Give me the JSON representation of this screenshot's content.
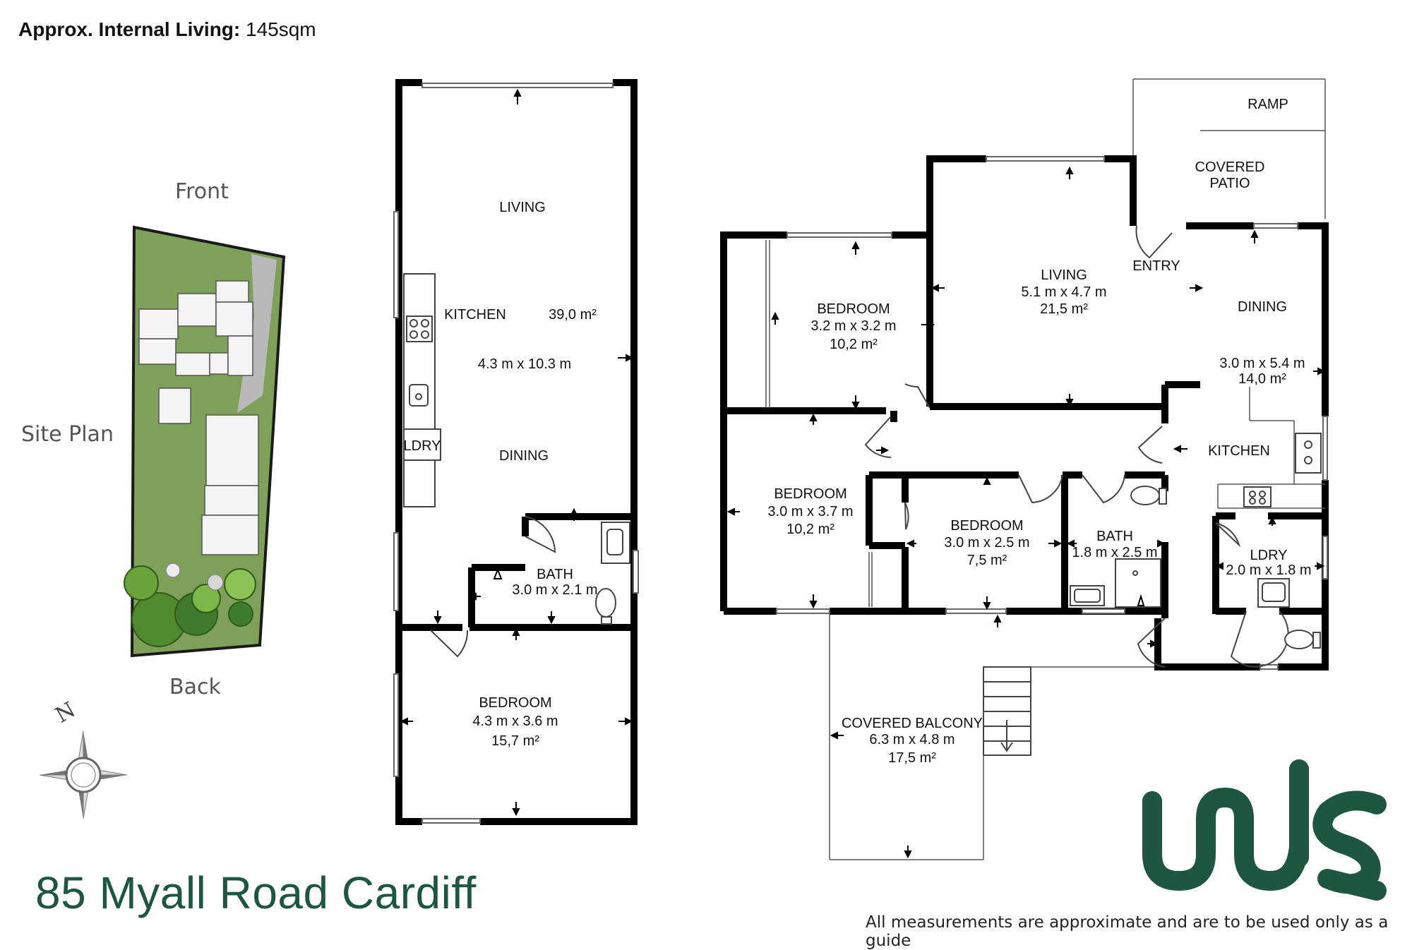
{
  "header": {
    "label": "Approx. Internal Living:",
    "value": "145sqm"
  },
  "address": "85 Myall Road Cardiff",
  "disclaimer": "All measurements are approximate and are to be used only as a guide",
  "site_plan": {
    "front": "Front",
    "site": "Site Plan",
    "back": "Back"
  },
  "compass": {
    "north": "N"
  },
  "brand": {
    "logo_text": "wls",
    "color": "#1f5640"
  },
  "colors": {
    "wall": "#000000",
    "grass": "#7fa058",
    "path": "#b9b9b9",
    "tree": "#4f8a2f"
  },
  "granny_flat": {
    "living": "LIVING",
    "kitchen": "KITCHEN",
    "area": "39,0 m²",
    "dims": "4.3 m x 10.3 m",
    "dining": "DINING",
    "ldry": "LDRY",
    "bath": {
      "name": "BATH",
      "dims": "3.0 m x 2.1 m"
    },
    "bedroom": {
      "name": "BEDROOM",
      "dims": "4.3 m x 3.6 m",
      "area": "15,7 m²"
    }
  },
  "house": {
    "ramp": "RAMP",
    "patio": [
      "COVERED",
      "PATIO"
    ],
    "entry": "ENTRY",
    "living": {
      "name": "LIVING",
      "dims": "5.1 m x 4.7 m",
      "area": "21,5 m²"
    },
    "bed1": {
      "name": "BEDROOM",
      "dims": "3.2 m x 3.2 m",
      "area": "10,2 m²"
    },
    "dining": {
      "name": "DINING",
      "dims": "3.0 m x 5.4 m",
      "area": "14,0 m²"
    },
    "kitchen": "KITCHEN",
    "bed2": {
      "name": "BEDROOM",
      "dims": "3.0 m x 3.7 m",
      "area": "10,2 m²"
    },
    "bed3": {
      "name": "BEDROOM",
      "dims": "3.0 m x 2.5 m",
      "area": "7,5 m²"
    },
    "bath": {
      "name": "BATH",
      "dims": "1.8 m x 2.5 m"
    },
    "ldry": {
      "name": "LDRY",
      "dims": "2.0 m x 1.8 m"
    },
    "balcony": {
      "name": "COVERED BALCONY",
      "dims": "6.3 m x 4.8 m",
      "area": "17,5 m²"
    }
  }
}
